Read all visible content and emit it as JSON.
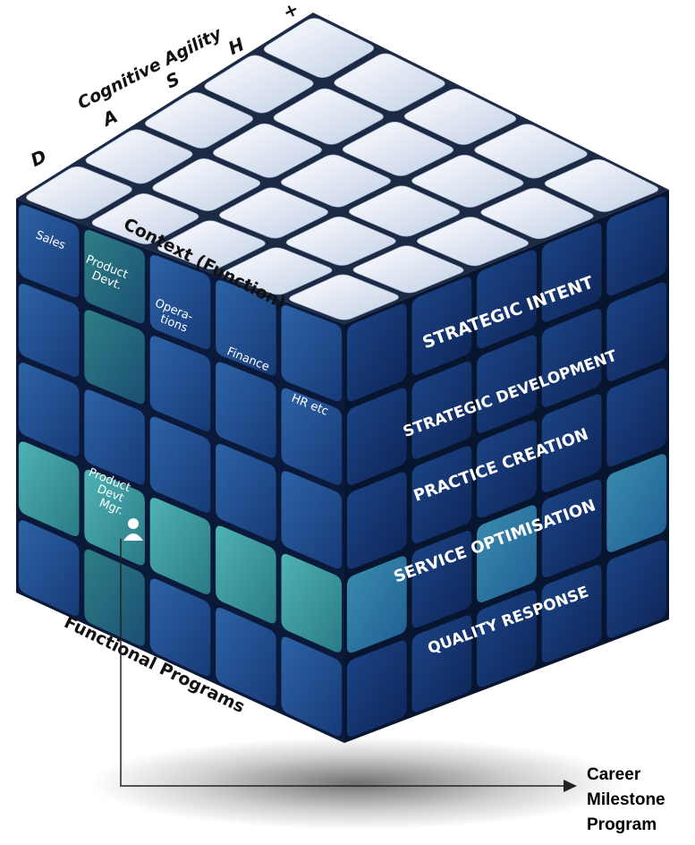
{
  "colors": {
    "top_face_light": "#f6f9fd",
    "top_face_dark": "#c4d1e8",
    "front_dark": "#183d7c",
    "front_mid": "#1f4f92",
    "front_light": "#2a6aa8",
    "teal": "#3f9ea4",
    "teal_dark": "#2e7f87",
    "right_dark": "#102a5e",
    "right_mid": "#173d7a",
    "label_white": "#ffffff",
    "axis_text": "#111111"
  },
  "top_axis": {
    "title": "Cognitive Agility",
    "letters": [
      "D",
      "A",
      "S",
      "H",
      "+"
    ]
  },
  "context_axis": {
    "title": "Context (Function)",
    "functions": [
      "Sales",
      "Product Devt.",
      "Opera-tions",
      "Finance",
      "HR etc"
    ]
  },
  "front_axis": {
    "title": "Functional Programs",
    "highlight_label": "Product Devt Mgr.",
    "person_icon": "user-icon"
  },
  "right_axis": {
    "levels": [
      "STRATEGIC INTENT",
      "STRATEGIC DEVELOPMENT",
      "PRACTICE CREATION",
      "SERVICE OPTIMISATION",
      "QUALITY RESPONSE"
    ]
  },
  "callout": {
    "line1": "Career",
    "line2": "Milestone",
    "line3": "Program"
  }
}
